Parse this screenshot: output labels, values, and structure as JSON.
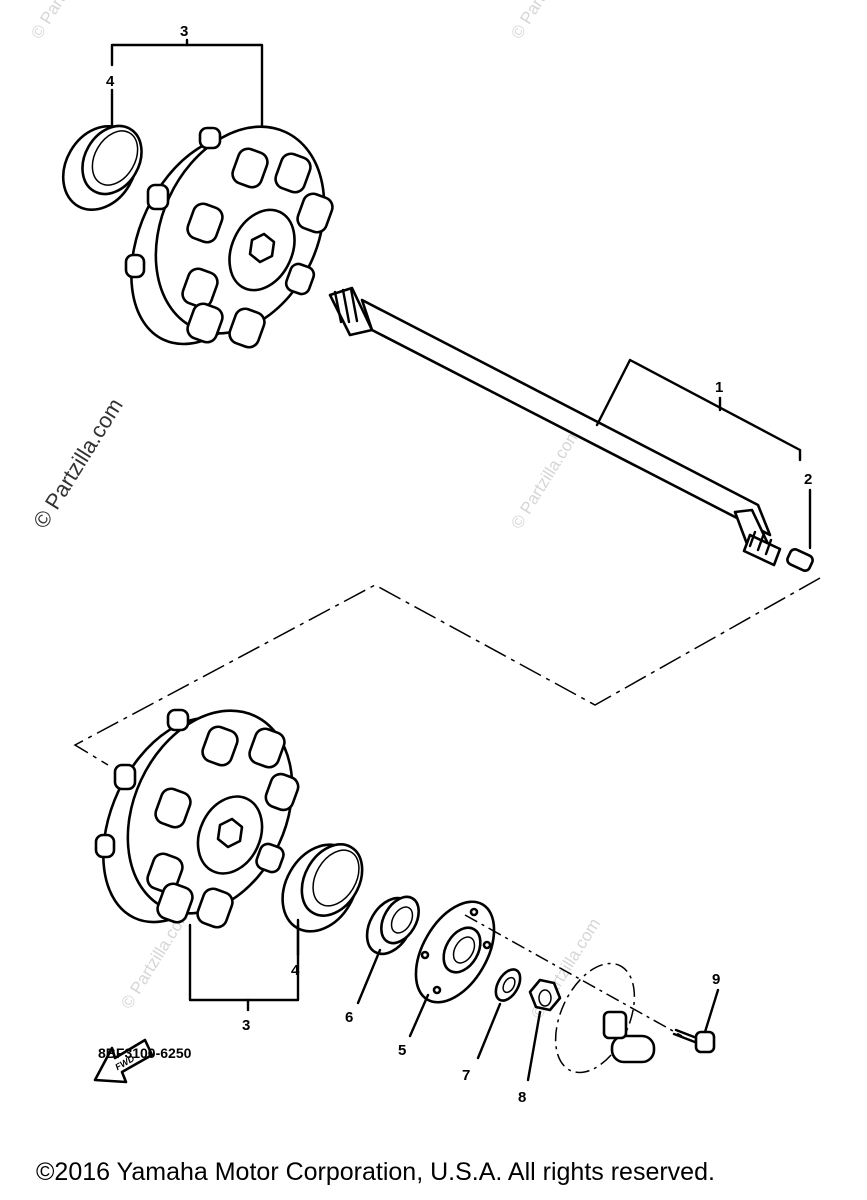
{
  "callouts": [
    {
      "id": "1",
      "text": "1"
    },
    {
      "id": "2",
      "text": "2"
    },
    {
      "id": "3",
      "text": "3"
    },
    {
      "id": "4",
      "text": "4"
    },
    {
      "id": "5",
      "text": "5"
    },
    {
      "id": "6",
      "text": "6"
    },
    {
      "id": "7",
      "text": "7"
    },
    {
      "id": "8",
      "text": "8"
    },
    {
      "id": "9",
      "text": "9"
    }
  ],
  "fwd_label": "FWD",
  "diagram_code": "8BF3100-6250",
  "watermark": "© Partzilla.com",
  "copyright": "©2016  Yamaha Motor Corporation, U.S.A. All rights reserved."
}
